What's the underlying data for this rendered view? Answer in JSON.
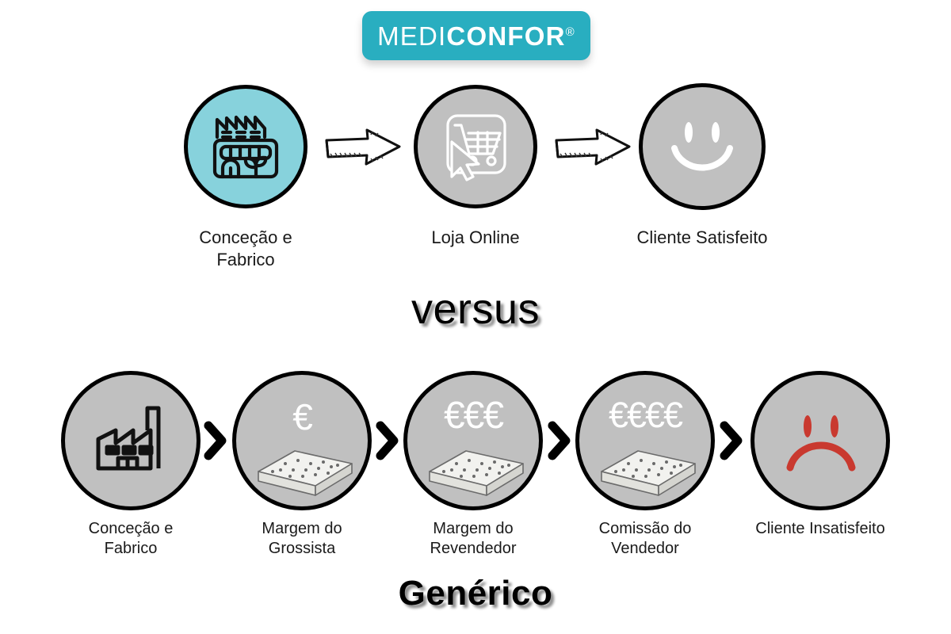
{
  "brand": {
    "logo_prefix": "MEDI",
    "logo_suffix": "CONFOR",
    "registered_mark": "®",
    "logo_bg_color": "#29AEC0",
    "logo_text_color": "#FFFFFF"
  },
  "colors": {
    "accent_teal": "#87D2DC",
    "neutral_gray": "#C0C0C0",
    "outline_black": "#000000",
    "sad_red": "#C9392F",
    "background": "#FFFFFF"
  },
  "comparison": {
    "divider_word": "versus",
    "bottom_title": "Genérico"
  },
  "medicon_flow": {
    "name": "Mediconfor Flow",
    "connector_icon": "sketch-arrow-icon",
    "steps": [
      {
        "label_line1": "Conceção e",
        "label_line2": "Fabrico",
        "icon": "eco-factory-building-icon",
        "circle_color": "#87D2DC"
      },
      {
        "label_line1": "Loja Online",
        "label_line2": "",
        "icon": "shopping-cart-cursor-icon",
        "circle_color": "#C0C0C0"
      },
      {
        "label_line1": "Cliente Satisfeito",
        "label_line2": "",
        "icon": "happy-face-icon",
        "circle_color": "#C0C0C0"
      }
    ]
  },
  "generic_flow": {
    "name": "Generic Flow",
    "connector_icon": "chevron-right-icon",
    "steps": [
      {
        "label_line1": "Conceção e",
        "label_line2": "Fabrico",
        "icon": "factory-icon",
        "euros": "",
        "circle_color": "#C0C0C0"
      },
      {
        "label_line1": "Margem do",
        "label_line2": "Grossista",
        "icon": "mattress-icon",
        "euros": "€",
        "circle_color": "#C0C0C0"
      },
      {
        "label_line1": "Margem do",
        "label_line2": "Revendedor",
        "icon": "mattress-icon",
        "euros": "€€€",
        "circle_color": "#C0C0C0"
      },
      {
        "label_line1": "Comissão do",
        "label_line2": "Vendedor",
        "icon": "mattress-icon",
        "euros": "€€€€",
        "circle_color": "#C0C0C0"
      },
      {
        "label_line1": "Cliente Insatisfeito",
        "label_line2": "",
        "icon": "sad-face-icon",
        "euros": "",
        "circle_color": "#C0C0C0"
      }
    ]
  }
}
